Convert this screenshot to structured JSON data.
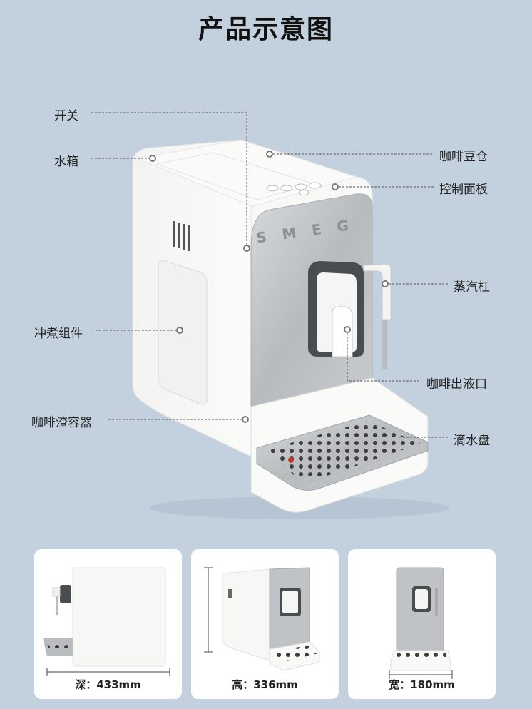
{
  "page": {
    "title": "产品示意图"
  },
  "machine": {
    "brand": "SMEG"
  },
  "labels": {
    "switch": "开关",
    "water_tank": "水箱",
    "bean_hopper": "咖啡豆仓",
    "control_panel": "控制面板",
    "steam_wand": "蒸汽杠",
    "brew_unit": "冲煮组件",
    "coffee_outlet": "咖啡出液口",
    "grounds_container": "咖啡渣容器",
    "drip_tray": "滴水盘"
  },
  "dimensions": [
    {
      "label": "深：433mm"
    },
    {
      "label": "高：336mm"
    },
    {
      "label": "宽：180mm"
    }
  ],
  "colors": {
    "background": "#c3d1de",
    "body_white": "#f7f7f6",
    "steel": "#bfc3c6",
    "leader": "#555555"
  }
}
